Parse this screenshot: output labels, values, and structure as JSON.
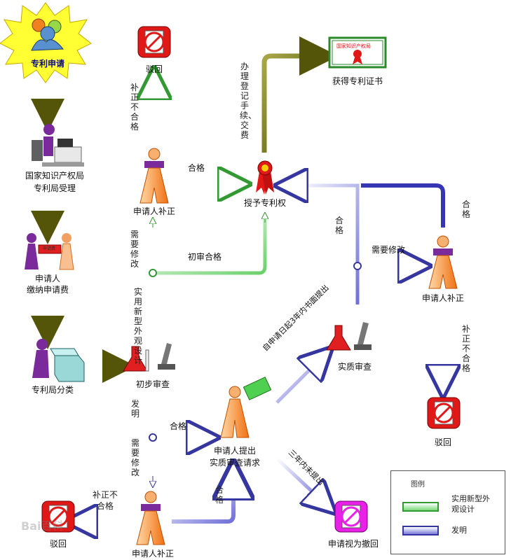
{
  "nodes": {
    "apply": "专利申请",
    "office_line1": "国家知识产权局",
    "office_line2": "专利局受理",
    "fee_line1": "申请人",
    "fee_line2": "缴纳申请费",
    "fee_paper": "申请费",
    "classify": "专利局分类",
    "prelim": "初步审查",
    "reject_top": "驳回",
    "correct_top": "申请人补正",
    "grant": "授予专利权",
    "certificate": "获得专利证书",
    "cert_text": "国家知识产权局",
    "correct_right": "申请人补正",
    "substantive": "实质审查",
    "reject_right": "驳回",
    "request_line1": "申请人提出",
    "request_line2": "实质审查请求",
    "correct_bottom": "申请人补正",
    "reject_bottom": "驳回",
    "withdraw": "申请视为撤回"
  },
  "edges": {
    "not_ok_top": "补正不合格",
    "ok_top": "合格",
    "register": "办理登记手续、交费",
    "need_modify_left": "需要修改",
    "design_type": "实用新型外观设计",
    "prelim_pass": "初审合格",
    "ok_right_branch": "合格",
    "need_modify_right": "需要修改",
    "ok_right_top": "合格",
    "not_ok_right": "补正不合格",
    "within3years": "自申请日起3年内书面提出",
    "invention": "发明",
    "ok_mid": "合格",
    "need_modify_bottom": "需要修改",
    "not_ok_bottom": "补正不合格",
    "ok_bottom": "合格",
    "not_within3years": "三年内未提出"
  },
  "legend": {
    "title": "图例",
    "green_label": "实用新型外观设计",
    "blue_label": "发明"
  },
  "watermark": "Bai百科",
  "colors": {
    "olive": "#6b6b10",
    "green": "#33c033",
    "blue": "#3636b4",
    "red": "#e0201c",
    "magenta": "#e020e0"
  }
}
